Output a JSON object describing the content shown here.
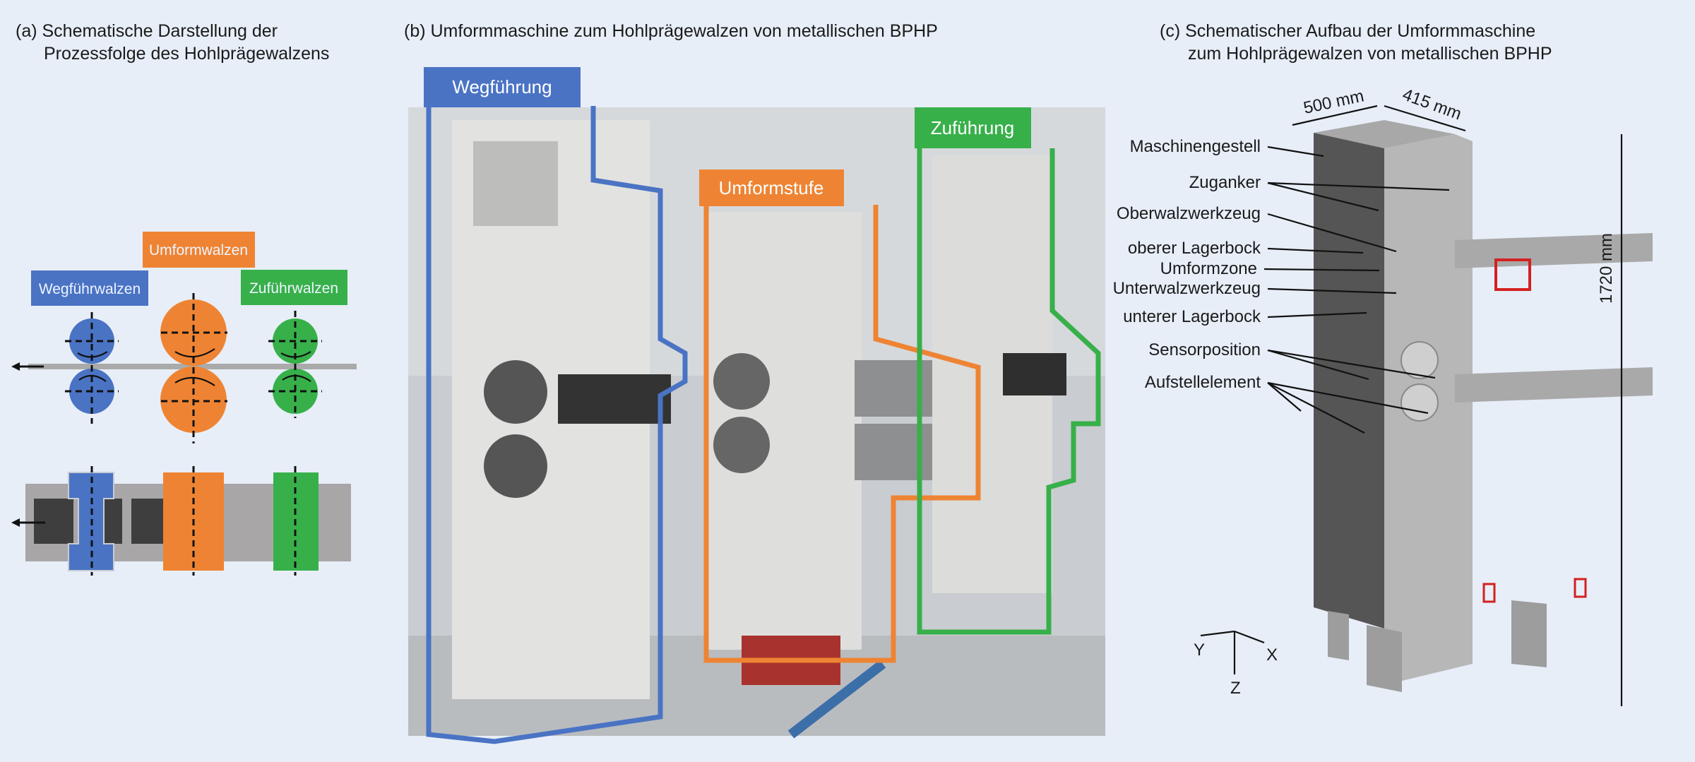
{
  "panel_a": {
    "title_line1": "(a) Schematische Darstellung der",
    "title_line2": "Prozessfolge des Hohlprägewalzens",
    "labels": {
      "umform": "Umformwalzen",
      "wegfuehr": "Wegführwalzen",
      "zufuehr": "Zuführwalzen"
    }
  },
  "panel_b": {
    "title": "(b) Umformmaschine zum Hohlprägewalzen von metallischen BPHP",
    "labels": {
      "wegfuehrung": "Wegführung",
      "umformstufe": "Umformstufe",
      "zufuehrung": "Zuführung"
    }
  },
  "panel_c": {
    "title_line1": "(c) Schematischer Aufbau der Umformmaschine",
    "title_line2": "zum Hohlprägewalzen von metallischen BPHP",
    "callouts": [
      "Maschinengestell",
      "Zuganker",
      "Oberwalzwerkzeug",
      "oberer Lagerbock",
      "Umformzone",
      "Unterwalzwerkzeug",
      "unterer Lagerbock",
      "Sensorposition",
      "Aufstellelement"
    ],
    "dimensions": {
      "width": "500 mm",
      "depth": "415 mm",
      "height": "1720 mm"
    },
    "axes": {
      "x": "X",
      "y": "Y",
      "z": "Z"
    }
  },
  "colors": {
    "blue": "#4a73c4",
    "orange": "#ee8433",
    "green": "#37b04a",
    "background": "#e7eef8",
    "sensor": "#d42020"
  }
}
